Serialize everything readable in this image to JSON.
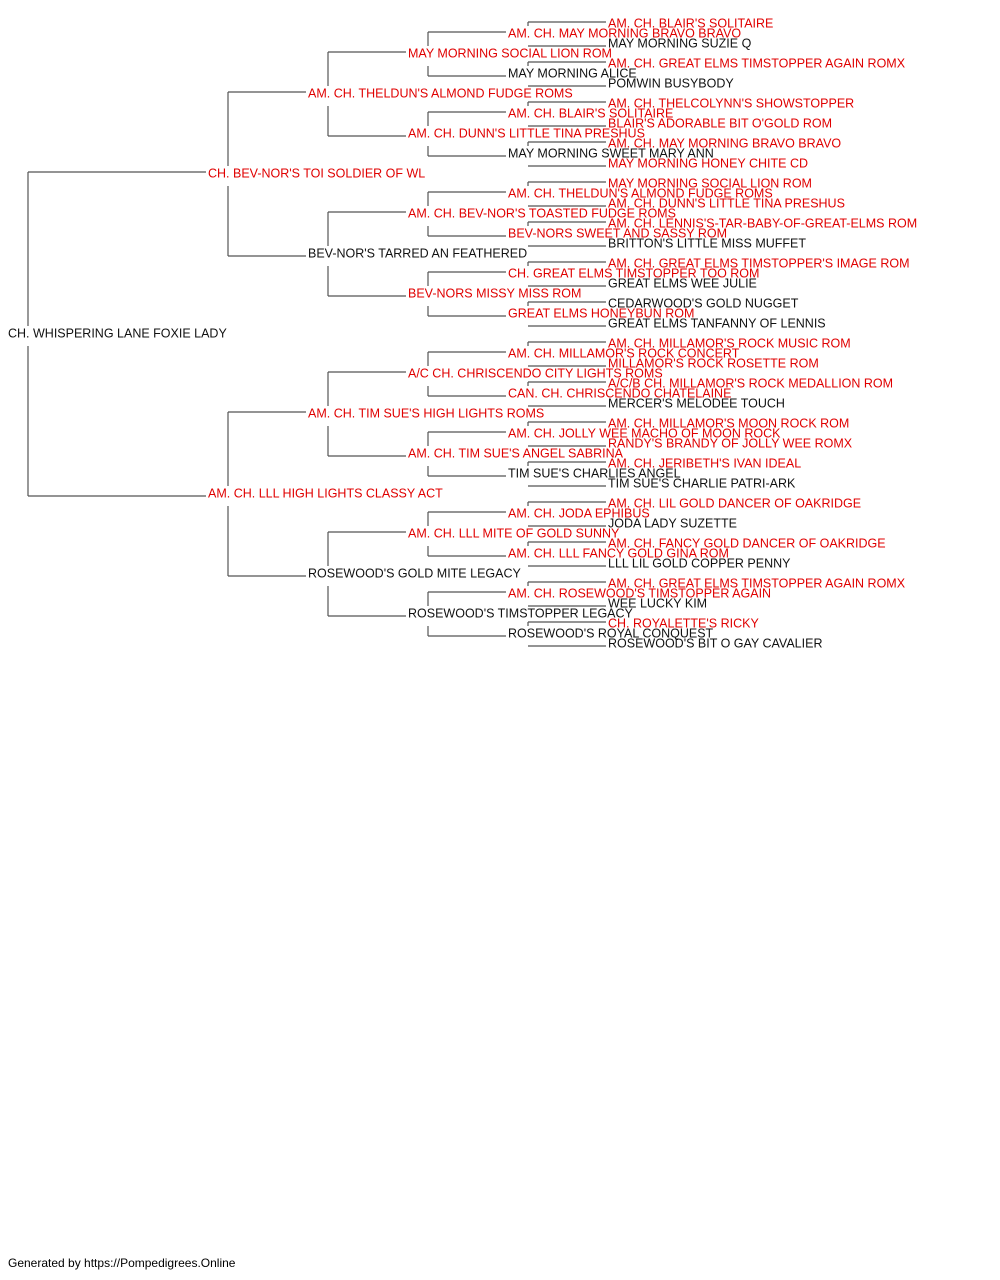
{
  "colors": {
    "champion": "#e00000",
    "normal": "#111111",
    "lines": "#555555"
  },
  "pedigree": {
    "name": "CH. WHISPERING LANE FOXIE LADY",
    "champion": false,
    "sire": {
      "name": "CH. BEV-NOR'S TOI SOLDIER OF WL",
      "champion": true,
      "sire": {
        "name": "AM. CH. THELDUN'S ALMOND FUDGE ROMS",
        "champion": true,
        "sire": {
          "name": "MAY MORNING SOCIAL LION ROM",
          "champion": true,
          "sire": {
            "name": "AM. CH. MAY MORNING BRAVO BRAVO",
            "champion": true,
            "sire": {
              "name": "AM. CH. BLAIR'S SOLITAIRE",
              "champion": true
            },
            "dam": {
              "name": "MAY MORNING SUZIE Q",
              "champion": false
            }
          },
          "dam": {
            "name": "MAY MORNING ALICE",
            "champion": false,
            "sire": {
              "name": "AM. CH. GREAT ELMS TIMSTOPPER AGAIN ROMX",
              "champion": true
            },
            "dam": {
              "name": "POMWIN BUSYBODY",
              "champion": false
            }
          }
        },
        "dam": {
          "name": "AM. CH. DUNN'S LITTLE TINA PRESHUS",
          "champion": true,
          "sire": {
            "name": "AM. CH. BLAIR'S SOLITAIRE",
            "champion": true,
            "sire": {
              "name": "AM. CH. THELCOLYNN'S SHOWSTOPPER",
              "champion": true
            },
            "dam": {
              "name": "BLAIR'S ADORABLE BIT O'GOLD ROM",
              "champion": true
            }
          },
          "dam": {
            "name": "MAY MORNING SWEET MARY ANN",
            "champion": false,
            "sire": {
              "name": "AM. CH. MAY MORNING BRAVO BRAVO",
              "champion": true
            },
            "dam": {
              "name": "MAY MORNING HONEY CHITE CD",
              "champion": true
            }
          }
        }
      },
      "dam": {
        "name": "BEV-NOR'S TARRED AN FEATHERED",
        "champion": false,
        "sire": {
          "name": "AM. CH. BEV-NOR'S TOASTED FUDGE ROMS",
          "champion": true,
          "sire": {
            "name": "AM. CH. THELDUN'S ALMOND FUDGE ROMS",
            "champion": true,
            "sire": {
              "name": "MAY MORNING SOCIAL LION ROM",
              "champion": true
            },
            "dam": {
              "name": "AM. CH. DUNN'S LITTLE TINA PRESHUS",
              "champion": true
            }
          },
          "dam": {
            "name": "BEV-NORS SWEET AND SASSY ROM",
            "champion": true,
            "sire": {
              "name": "AM. CH. LENNIS'S-TAR-BABY-OF-GREAT-ELMS ROM",
              "champion": true
            },
            "dam": {
              "name": "BRITTON'S LITTLE MISS MUFFET",
              "champion": false
            }
          }
        },
        "dam": {
          "name": "BEV-NORS MISSY MISS ROM",
          "champion": true,
          "sire": {
            "name": "CH. GREAT ELMS TIMSTOPPER TOO ROM",
            "champion": true,
            "sire": {
              "name": "AM. CH. GREAT ELMS TIMSTOPPER'S IMAGE ROM",
              "champion": true
            },
            "dam": {
              "name": "GREAT ELMS WEE JULIE",
              "champion": false
            }
          },
          "dam": {
            "name": "GREAT ELMS HONEYBUN ROM",
            "champion": true,
            "sire": {
              "name": "CEDARWOOD'S GOLD NUGGET",
              "champion": false
            },
            "dam": {
              "name": "GREAT ELMS TANFANNY OF LENNIS",
              "champion": false
            }
          }
        }
      }
    },
    "dam": {
      "name": "AM. CH. LLL HIGH LIGHTS CLASSY ACT",
      "champion": true,
      "sire": {
        "name": "AM. CH. TIM SUE'S HIGH LIGHTS ROMS",
        "champion": true,
        "sire": {
          "name": "A/C CH. CHRISCENDO CITY LIGHTS ROMS",
          "champion": true,
          "sire": {
            "name": "AM. CH. MILLAMOR'S ROCK CONCERT",
            "champion": true,
            "sire": {
              "name": "AM. CH. MILLAMOR'S ROCK MUSIC ROM",
              "champion": true
            },
            "dam": {
              "name": "MILLAMOR'S ROCK ROSETTE ROM",
              "champion": true
            }
          },
          "dam": {
            "name": "CAN. CH. CHRISCENDO CHATELAINE",
            "champion": true,
            "sire": {
              "name": "A/C/B CH. MILLAMOR'S ROCK MEDALLION ROM",
              "champion": true
            },
            "dam": {
              "name": "MERCER'S MELODEE TOUCH",
              "champion": false
            }
          }
        },
        "dam": {
          "name": "AM. CH. TIM SUE'S ANGEL SABRINA",
          "champion": true,
          "sire": {
            "name": "AM. CH. JOLLY WEE MACHO OF MOON ROCK",
            "champion": true,
            "sire": {
              "name": "AM. CH. MILLAMOR'S MOON ROCK ROM",
              "champion": true
            },
            "dam": {
              "name": "RANDY'S BRANDY OF JOLLY WEE ROMX",
              "champion": true
            }
          },
          "dam": {
            "name": "TIM SUE'S CHARLIES ANGEL",
            "champion": false,
            "sire": {
              "name": "AM. CH. JERIBETH'S IVAN IDEAL",
              "champion": true
            },
            "dam": {
              "name": "TIM SUE'S CHARLIE PATRI-ARK",
              "champion": false
            }
          }
        }
      },
      "dam": {
        "name": "ROSEWOOD'S GOLD MITE LEGACY",
        "champion": false,
        "sire": {
          "name": "AM. CH. LLL MITE OF GOLD SUNNY",
          "champion": true,
          "sire": {
            "name": "AM. CH. JODA EPHIBUS",
            "champion": true,
            "sire": {
              "name": "AM. CH. LIL GOLD DANCER OF OAKRIDGE",
              "champion": true
            },
            "dam": {
              "name": "JODA LADY SUZETTE",
              "champion": false
            }
          },
          "dam": {
            "name": "AM. CH. LLL FANCY GOLD GINA ROM",
            "champion": true,
            "sire": {
              "name": "AM. CH. FANCY GOLD DANCER OF OAKRIDGE",
              "champion": true
            },
            "dam": {
              "name": "LLL LIL GOLD COPPER PENNY",
              "champion": false
            }
          }
        },
        "dam": {
          "name": "ROSEWOOD'S TIMSTOPPER LEGACY",
          "champion": false,
          "sire": {
            "name": "AM. CH. ROSEWOOD'S TIMSTOPPER AGAIN",
            "champion": true,
            "sire": {
              "name": "AM. CH. GREAT ELMS TIMSTOPPER AGAIN ROMX",
              "champion": true
            },
            "dam": {
              "name": "WEE LUCKY KIM",
              "champion": false
            }
          },
          "dam": {
            "name": "ROSEWOOD'S ROYAL CONQUEST",
            "champion": false,
            "sire": {
              "name": "CH. ROYALETTE'S RICKY",
              "champion": true
            },
            "dam": {
              "name": "ROSEWOOD'S BIT O GAY CAVALIER",
              "champion": false
            }
          }
        }
      }
    }
  },
  "footer": {
    "text": "Generated by https://Pompedigrees.Online"
  }
}
